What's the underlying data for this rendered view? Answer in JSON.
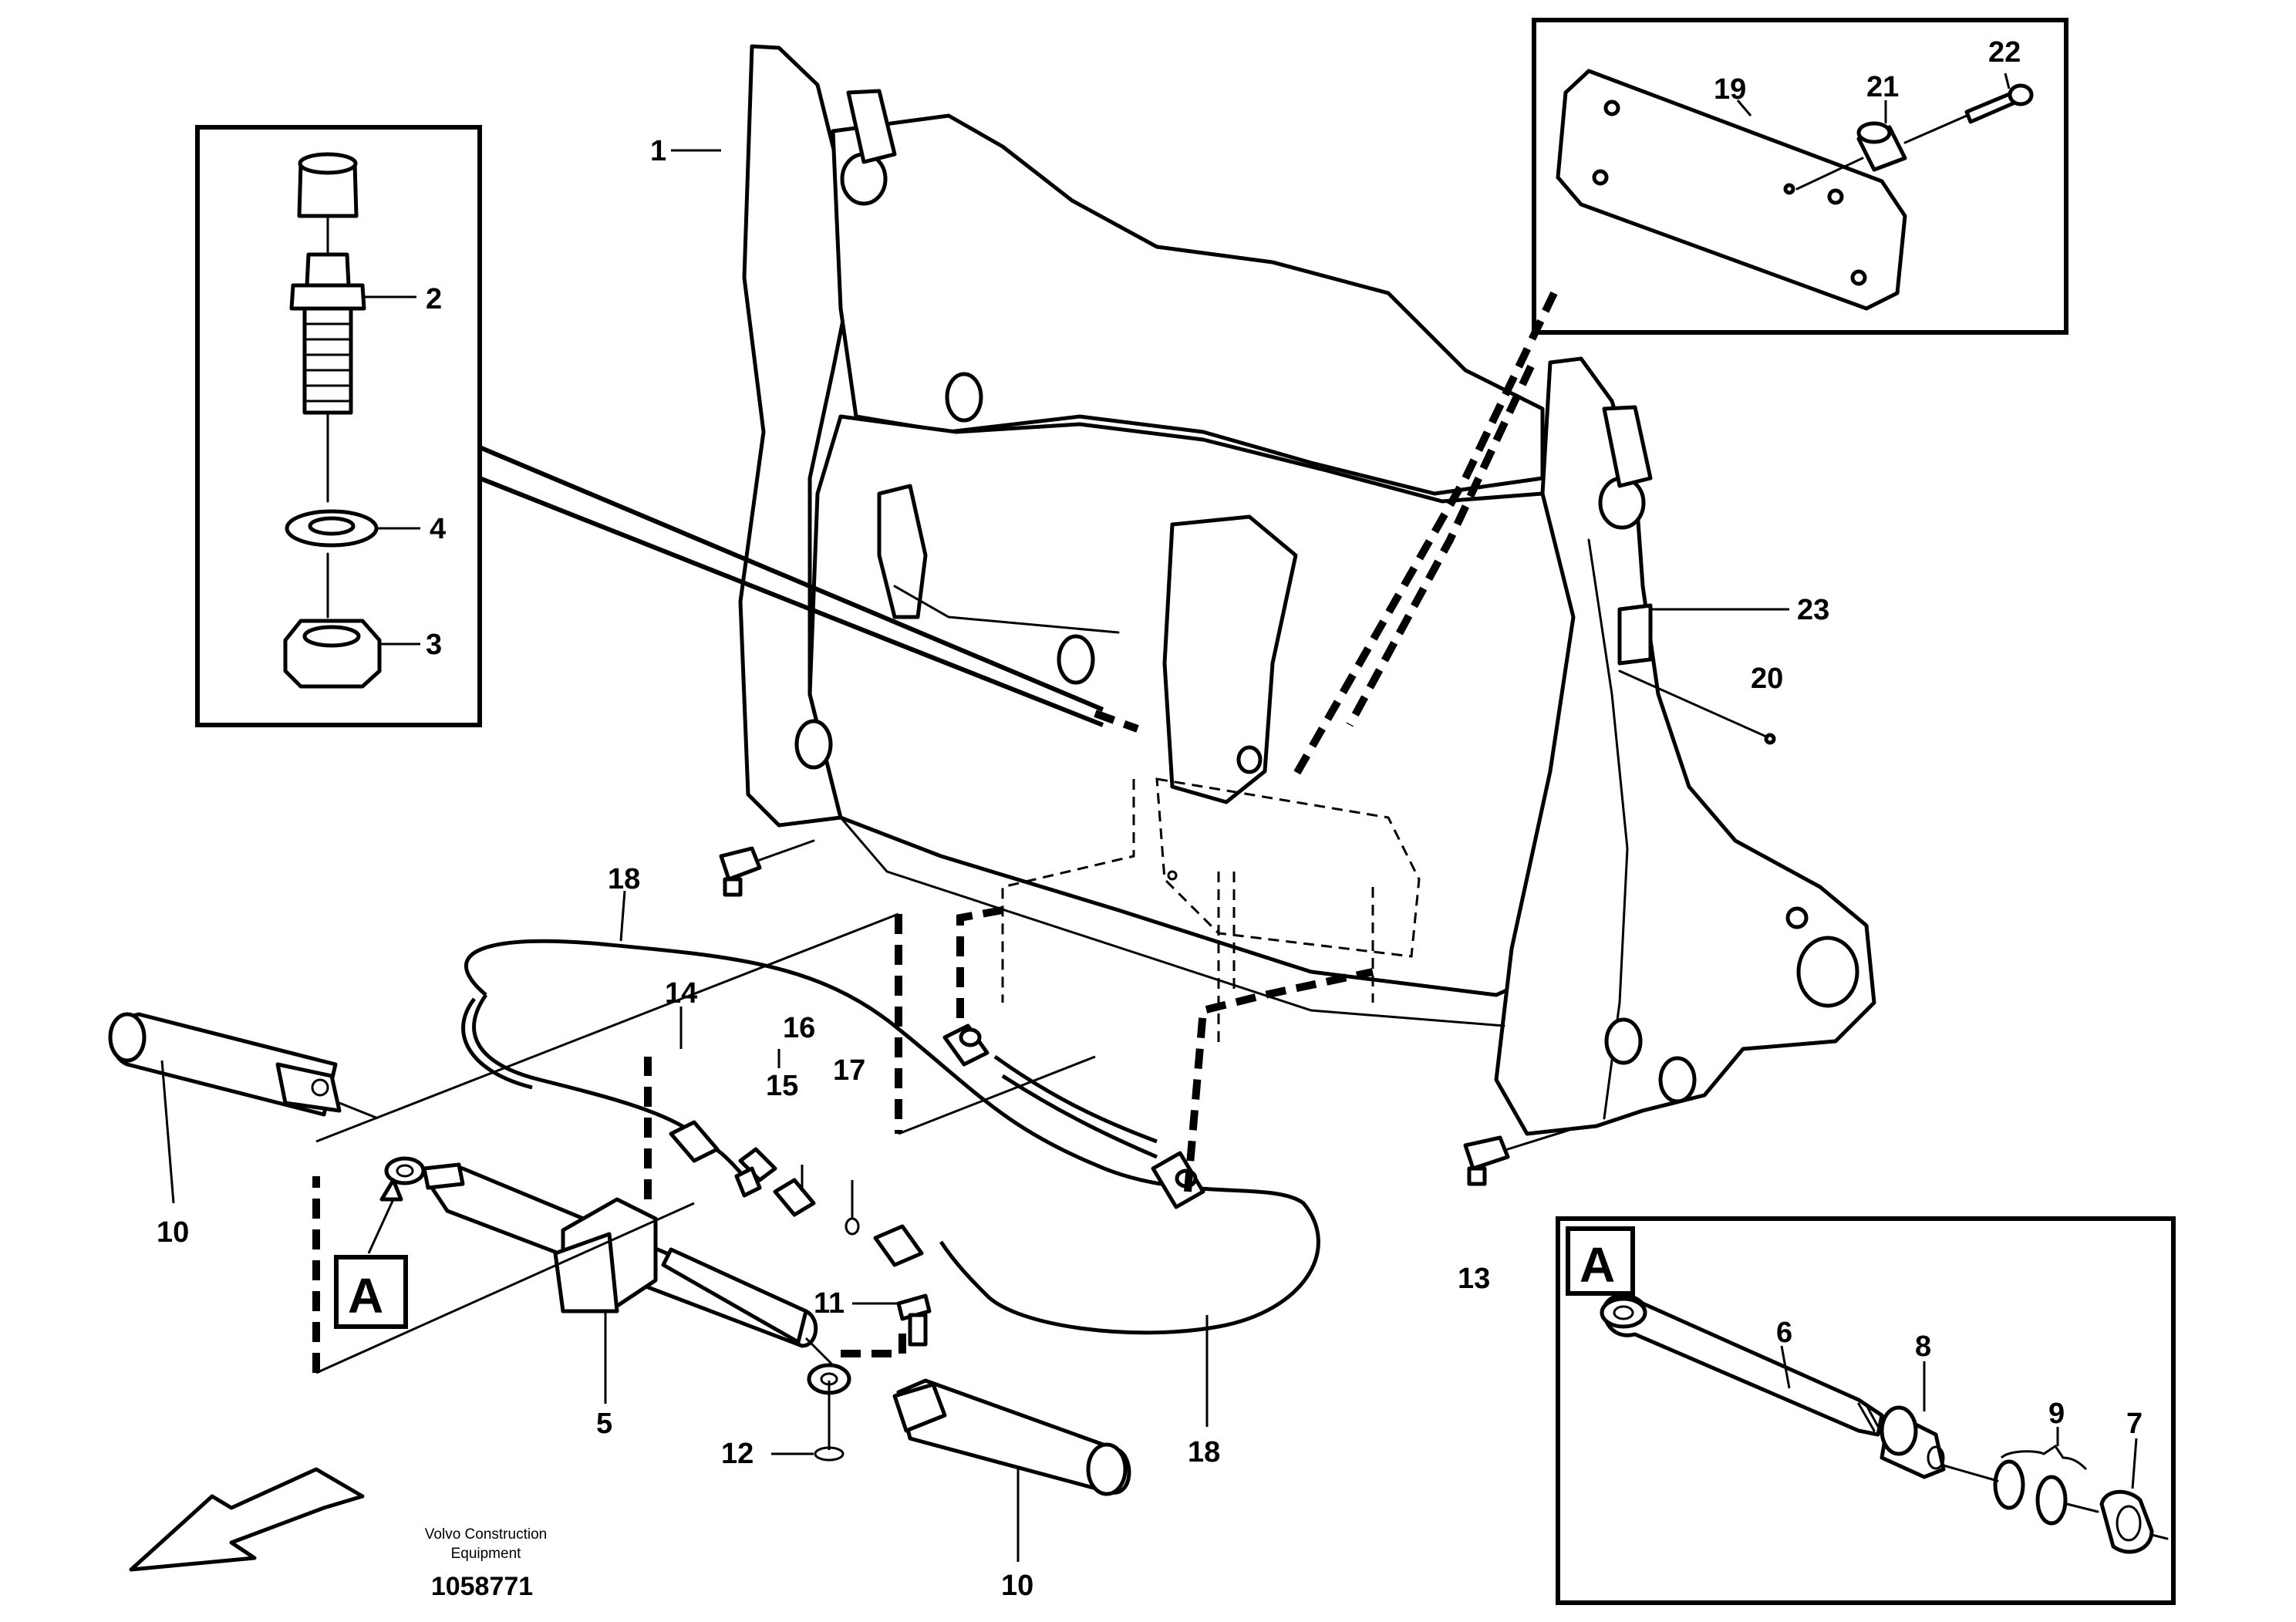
{
  "callouts": {
    "c1": "1",
    "c2": "2",
    "c3": "3",
    "c4": "4",
    "c5": "5",
    "c6": "6",
    "c7": "7",
    "c8": "8",
    "c9": "9",
    "c10a": "10",
    "c10b": "10",
    "c11": "11",
    "c12": "12",
    "c13": "13",
    "c14": "14",
    "c15": "15",
    "c16": "16",
    "c17": "17",
    "c18a": "18",
    "c18b": "18",
    "c19": "19",
    "c20": "20",
    "c21": "21",
    "c22": "22",
    "c23": "23"
  },
  "detail_marker": "A",
  "detail_box_label": "A",
  "caption": {
    "line1": "Volvo Construction",
    "line2": "Equipment"
  },
  "drawing_number": "1058771"
}
